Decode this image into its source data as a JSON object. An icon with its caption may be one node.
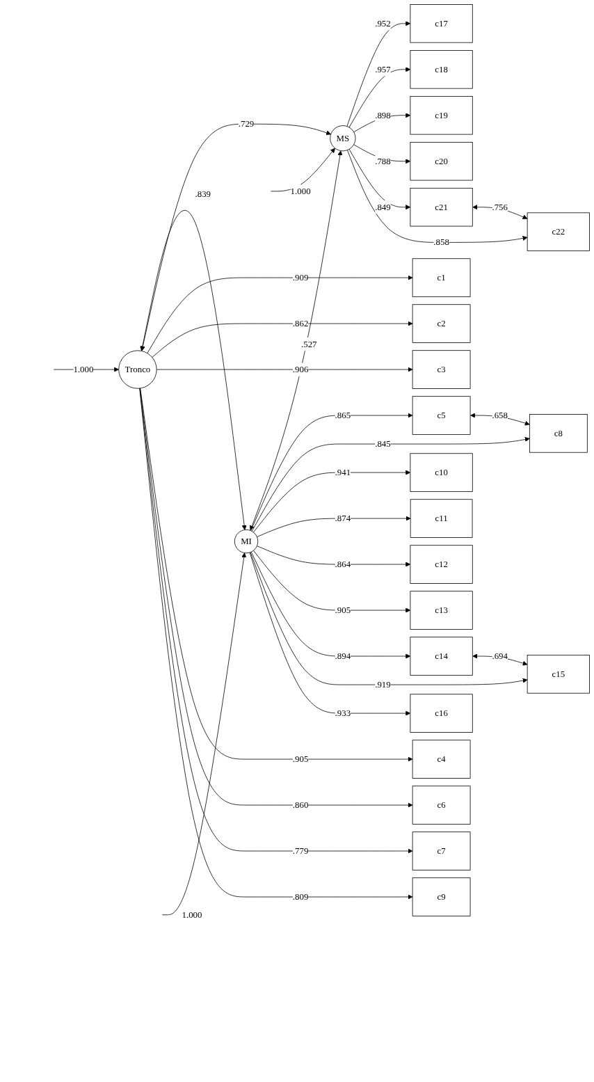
{
  "diagram": {
    "nodes": [
      {
        "text": [
          "Tronco"
        ]
      },
      {
        "text": [
          "MI"
        ]
      },
      {
        "text": [
          "MS"
        ]
      },
      {
        "text": [
          "c1"
        ]
      },
      {
        "text": [
          "c2"
        ]
      },
      {
        "text": [
          "c3"
        ]
      },
      {
        "text": [
          "c4"
        ]
      },
      {
        "text": [
          "c6"
        ]
      },
      {
        "text": [
          "c7"
        ]
      },
      {
        "text": [
          "c9"
        ]
      },
      {
        "text": [
          "c5"
        ]
      },
      {
        "text": [
          "c8"
        ]
      },
      {
        "text": [
          "c10"
        ]
      },
      {
        "text": [
          "c11"
        ]
      },
      {
        "text": [
          "c12"
        ]
      },
      {
        "text": [
          "c13"
        ]
      },
      {
        "text": [
          "c14"
        ]
      },
      {
        "text": [
          "c15"
        ]
      },
      {
        "text": [
          "c16"
        ]
      },
      {
        "text": [
          "c17"
        ]
      },
      {
        "text": [
          "c18"
        ]
      },
      {
        "text": [
          "c19"
        ]
      },
      {
        "text": [
          "c20"
        ]
      },
      {
        "text": [
          "c21"
        ]
      },
      {
        "text": [
          "c22"
        ]
      }
    ],
    "edges": [
      {
        "from": null,
        "to": 0,
        "arrow": "to",
        "label": "1.000"
      },
      {
        "from": null,
        "to": 1,
        "arrow": "to",
        "label": "1.000"
      },
      {
        "from": null,
        "to": 2,
        "arrow": "to",
        "label": "1.000"
      },
      {
        "from": 0,
        "to": 1,
        "arrow": "both",
        "label": ".839"
      },
      {
        "from": 1,
        "to": 2,
        "arrow": "both",
        "label": ".527"
      },
      {
        "from": 0,
        "to": 2,
        "arrow": "both",
        "label": ".729"
      },
      {
        "from": 0,
        "to": 3,
        "arrow": "to",
        "label": ".909"
      },
      {
        "from": 0,
        "to": 4,
        "arrow": "to",
        "label": ".862"
      },
      {
        "from": 0,
        "to": 5,
        "arrow": "to",
        "label": ".906"
      },
      {
        "from": 0,
        "to": 6,
        "arrow": "to",
        "label": ".905"
      },
      {
        "from": 0,
        "to": 7,
        "arrow": "to",
        "label": ".860"
      },
      {
        "from": 0,
        "to": 8,
        "arrow": "to",
        "label": ".779"
      },
      {
        "from": 0,
        "to": 9,
        "arrow": "to",
        "label": ".809"
      },
      {
        "from": 1,
        "to": 10,
        "arrow": "to",
        "label": ".865"
      },
      {
        "from": 1,
        "to": 11,
        "arrow": "to",
        "label": ".845"
      },
      {
        "from": 1,
        "to": 12,
        "arrow": "to",
        "label": ".941"
      },
      {
        "from": 1,
        "to": 13,
        "arrow": "to",
        "label": ".874"
      },
      {
        "from": 1,
        "to": 14,
        "arrow": "to",
        "label": ".864"
      },
      {
        "from": 1,
        "to": 15,
        "arrow": "to",
        "label": ".905"
      },
      {
        "from": 1,
        "to": 16,
        "arrow": "to",
        "label": ".894"
      },
      {
        "from": 1,
        "to": 17,
        "arrow": "to",
        "label": ".919"
      },
      {
        "from": 1,
        "to": 18,
        "arrow": "to",
        "label": ".933"
      },
      {
        "from": 2,
        "to": 19,
        "arrow": "to",
        "label": ".952"
      },
      {
        "from": 2,
        "to": 20,
        "arrow": "to",
        "label": ".957"
      },
      {
        "from": 2,
        "to": 21,
        "arrow": "to",
        "label": ".898"
      },
      {
        "from": 2,
        "to": 22,
        "arrow": "to",
        "label": ".788"
      },
      {
        "from": 2,
        "to": 23,
        "arrow": "to",
        "label": ".849"
      },
      {
        "from": 2,
        "to": 24,
        "arrow": "to",
        "label": ".858"
      },
      {
        "from": 10,
        "to": 11,
        "arrow": "both",
        "label": ".658"
      },
      {
        "from": 16,
        "to": 17,
        "arrow": "both",
        "label": ".694"
      },
      {
        "from": 23,
        "to": 24,
        "arrow": "both",
        "label": ".756"
      }
    ]
  }
}
